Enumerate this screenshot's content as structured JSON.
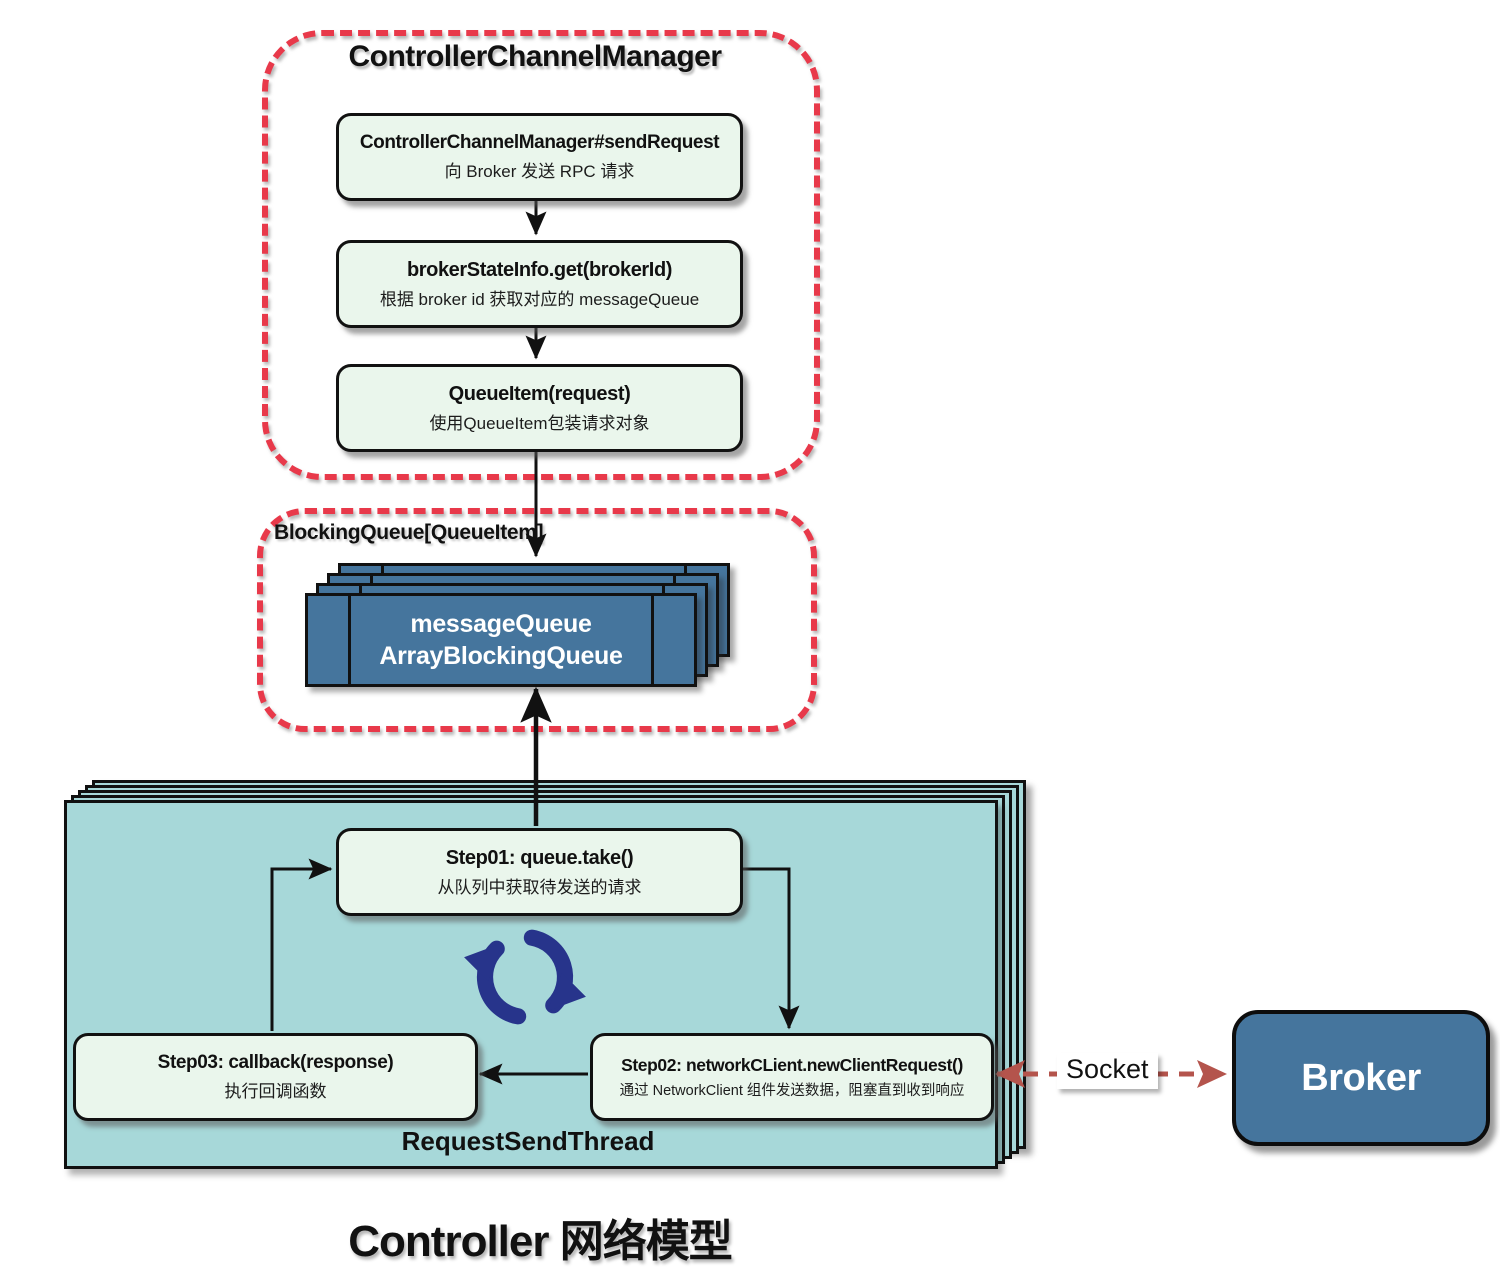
{
  "colors": {
    "dashed_container_red": "#e8394a",
    "socket_arrow_red": "#b4544c",
    "step_box_green": "#eaf6ec",
    "queue_blue": "#45759d",
    "thread_teal": "#a7d8d9",
    "loop_icon_navy": "#27348b",
    "broker_blue": "#45759d"
  },
  "controller_channel_manager": {
    "label": "ControllerChannelManager",
    "steps": [
      {
        "title": "ControllerChannelManager#sendRequest",
        "desc": "向 Broker 发送 RPC 请求"
      },
      {
        "title": "brokerStateInfo.get(brokerId)",
        "desc": "根据 broker id 获取对应的 messageQueue"
      },
      {
        "title": "QueueItem(request)",
        "desc": "使用QueueItem包装请求对象"
      }
    ]
  },
  "blocking_queue": {
    "label": "BlockingQueue[QueueItem]",
    "queue_name": "messageQueue",
    "queue_type": "ArrayBlockingQueue"
  },
  "request_send_thread": {
    "label": "RequestSendThread",
    "step01": {
      "title": "Step01:  queue.take()",
      "desc": "从队列中获取待发送的请求"
    },
    "step02": {
      "title": "Step02:  networkCLient.newClientRequest()",
      "desc": "通过 NetworkClient 组件发送数据，阻塞直到收到响应"
    },
    "step03": {
      "title": "Step03:  callback(response)",
      "desc": "执行回调函数"
    }
  },
  "socket": {
    "label": "Socket"
  },
  "broker": {
    "label": "Broker"
  },
  "footer": {
    "title": "Controller 网络模型"
  }
}
